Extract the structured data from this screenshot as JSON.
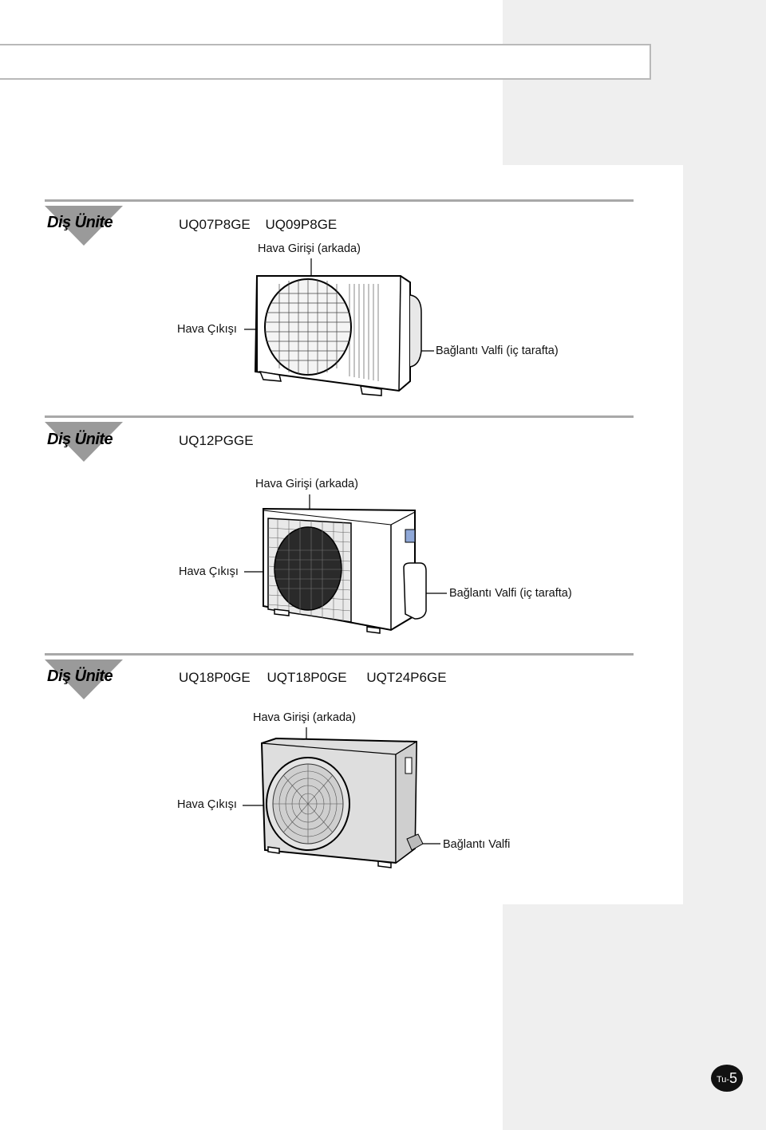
{
  "sections": [
    {
      "title": "Diş Ünite",
      "models": [
        "UQ07P8GE",
        "UQ09P8GE"
      ],
      "labels": {
        "air_in": "Hava Girişi (arkada)",
        "air_out": "Hava Çıkışı",
        "valve": "Bağlantı Valfi (iç tarafta)"
      }
    },
    {
      "title": "Diş Ünite",
      "models": [
        "UQ12PGGE"
      ],
      "labels": {
        "air_in": "Hava Girişi (arkada)",
        "air_out": "Hava Çıkışı",
        "valve": "Bağlantı Valfi (iç tarafta)"
      }
    },
    {
      "title": "Diş Ünite",
      "models": [
        "UQ18P0GE",
        "UQT18P0GE",
        "UQT24P6GE"
      ],
      "labels": {
        "air_in": "Hava Girişi (arkada)",
        "air_out": "Hava Çıkışı",
        "valve": "Bağlantı Valfi"
      }
    }
  ],
  "page": {
    "prefix": "Tu-",
    "number": "5"
  },
  "colors": {
    "band": "#efefef",
    "rule": "#a8a8a8",
    "triangle": "#9a9a9a"
  }
}
